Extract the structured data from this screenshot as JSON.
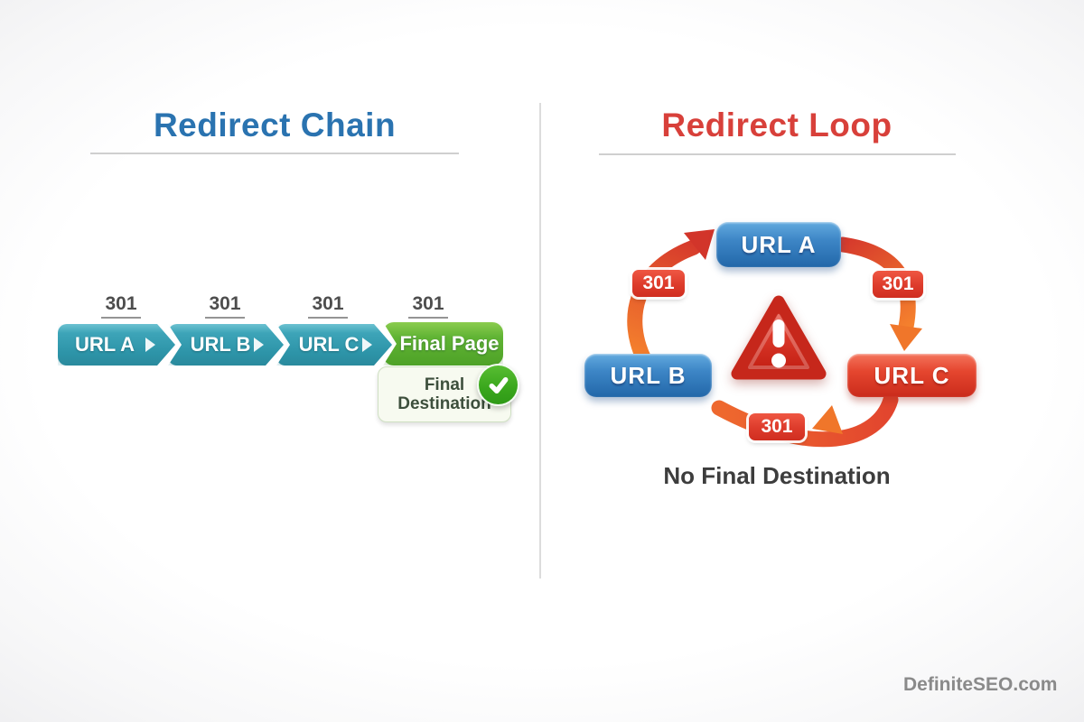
{
  "left_panel": {
    "title": "Redirect Chain",
    "status_labels": [
      "301",
      "301",
      "301",
      "301"
    ],
    "chain_nodes": [
      "URL A",
      "URL B",
      "URL C",
      "Final Page"
    ],
    "final_destination": {
      "line1": "Final",
      "line2": "Destination"
    }
  },
  "right_panel": {
    "title": "Redirect Loop",
    "nodes": {
      "top": "URL A",
      "left": "URL B",
      "right": "URL C"
    },
    "status_labels": [
      "301",
      "301",
      "301"
    ],
    "caption": "No Final Destination"
  },
  "meta": {
    "watermark": "DefiniteSEO.com"
  },
  "colors": {
    "chain_title": "#2a73b0",
    "loop_title": "#d8403a",
    "teal_node": "#2d94a8",
    "green_node": "#4ea227",
    "blue_node": "#2267a9",
    "red_node": "#d02e20",
    "arrow_orange": "#f5812d",
    "arrow_red": "#d63a2c",
    "caption_text": "#3d3d3d"
  }
}
